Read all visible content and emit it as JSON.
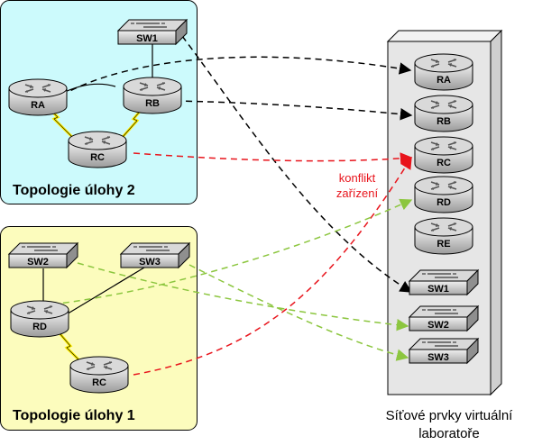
{
  "topology2": {
    "title": "Topologie úlohy 2",
    "devices": {
      "sw1": "SW1",
      "ra": "RA",
      "rb": "RB",
      "rc": "RC"
    }
  },
  "topology1": {
    "title": "Topologie úlohy 1",
    "devices": {
      "sw2": "SW2",
      "sw3": "SW3",
      "rd": "RD",
      "rc": "RC"
    }
  },
  "lab": {
    "caption_line1": "Síťové prvky virtuální",
    "caption_line2": "laboratoře",
    "routers": [
      "RA",
      "RB",
      "RC",
      "RD",
      "RE"
    ],
    "switches": [
      "SW1",
      "SW2",
      "SW3"
    ]
  },
  "conflict_note": {
    "line1": "konflikt",
    "line2": "zařízení"
  },
  "colors": {
    "topology2_bg": "#ccfafc",
    "topology1_bg": "#fcfcbd",
    "lab_bg": "#e6e6e6",
    "mapping_black": "#000000",
    "mapping_red": "#e8141c",
    "mapping_green": "#8cc63f",
    "serial_link": "#ffee00"
  },
  "icons": {
    "router": "router-icon",
    "switch": "switch-icon"
  }
}
